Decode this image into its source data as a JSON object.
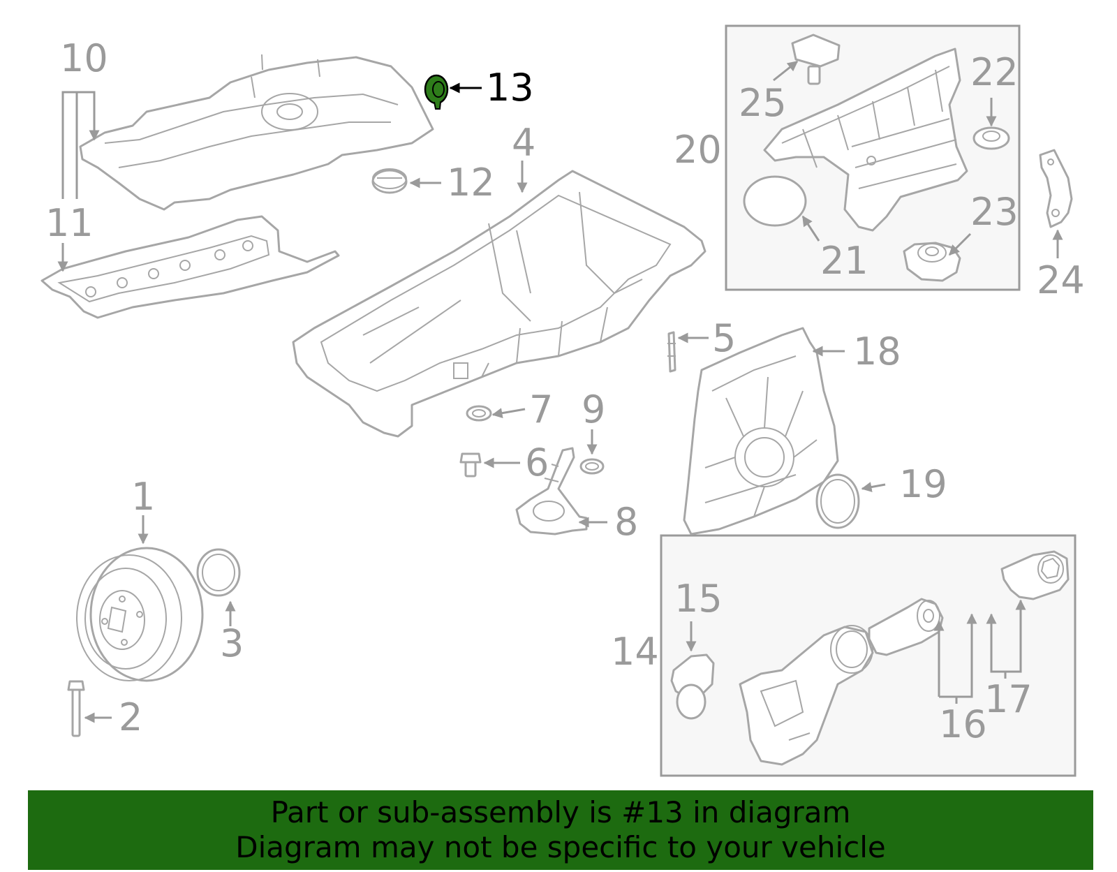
{
  "highlight": {
    "part": "13",
    "color": "#2e7d1a"
  },
  "banner": {
    "color": "#1d6b10",
    "line1": "Part or sub-assembly is #13 in diagram",
    "line2": "Diagram may not be specific to your vehicle"
  },
  "callouts": {
    "c1": "1",
    "c2": "2",
    "c3": "3",
    "c4": "4",
    "c5": "5",
    "c6": "6",
    "c7": "7",
    "c8": "8",
    "c9": "9",
    "c10": "10",
    "c11": "11",
    "c12": "12",
    "c13": "13",
    "c14": "14",
    "c15": "15",
    "c16": "16",
    "c17": "17",
    "c18": "18",
    "c19": "19",
    "c20": "20",
    "c21": "21",
    "c22": "22",
    "c23": "23",
    "c24": "24",
    "c25": "25"
  }
}
